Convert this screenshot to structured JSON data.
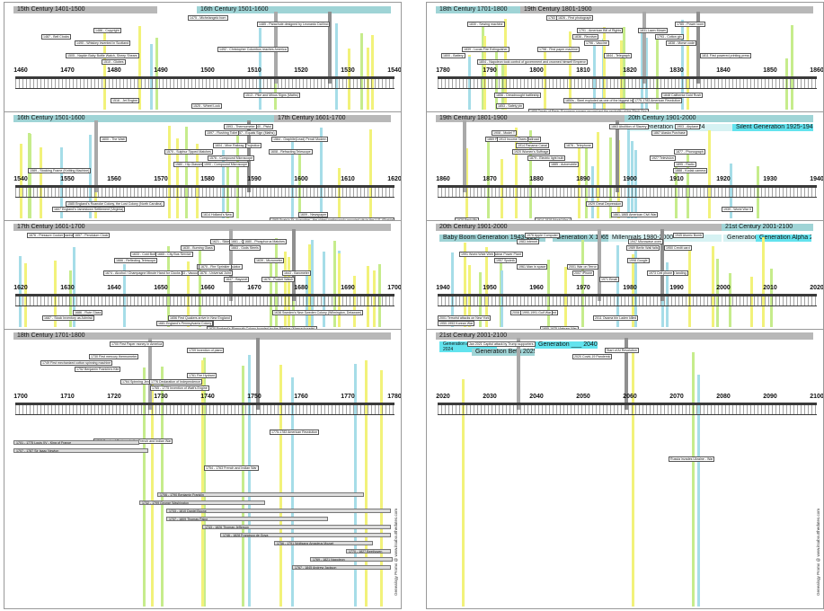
{
  "credit": "Genealogy Promo @ www.itsaboutthedates.com",
  "left": [
    {
      "centuries": [
        {
          "label": "15th Century  1401-1500"
        },
        {
          "label": "16th Century  1501-1600"
        }
      ],
      "years": [
        "1460",
        "1470",
        "1480",
        "1490",
        "1500",
        "1510",
        "1520",
        "1530",
        "1540"
      ],
      "events": [
        {
          "text": "1475 - Michelangelo born"
        },
        {
          "text": "1485 - Parachute designed by Leonardo DaVinci"
        },
        {
          "text": "1486 - Copyright"
        },
        {
          "text": "1487 - Bell Clocks"
        },
        {
          "text": "1490 - Whiskey invented in Scotland"
        },
        {
          "text": "1492 - Christopher Columbus reaches America"
        },
        {
          "text": "1505 - Napkin Baby Bottle Watch, Sheep Shears"
        },
        {
          "text": "1510 - Globes"
        },
        {
          "text": "1513 - Pike and Minus Signs (Maths)"
        },
        {
          "text": "1516 - Jet Engine"
        },
        {
          "text": "1525 - Wheel Lock"
        }
      ]
    },
    {
      "centuries": [
        {
          "label": "16th Century  1501-1600"
        },
        {
          "label": "17th Century  1601-1700"
        }
      ],
      "years": [
        "1540",
        "1550",
        "1560",
        "1570",
        "1580",
        "1590",
        "1600",
        "1610",
        "1620"
      ],
      "events": [
        {
          "text": "1540 - Pistol"
        },
        {
          "text": "1557 - Equals Sign (Maths)"
        },
        {
          "text": "1564 - Graphite(Lead) Pencil Modern"
        },
        {
          "text": "1568 - Mercator Projection"
        },
        {
          "text": "1570 - Sulphur Tipped Matches"
        },
        {
          "text": "1576 - Compound Microscope"
        },
        {
          "text": "1580 - Hip Glasses"
        },
        {
          "text": "1589 - Stocking Frame (Knitting Machine)"
        },
        {
          "text": "1590 - Compound Microscope"
        },
        {
          "text": "1593 - Thermometer"
        },
        {
          "text": "1597 - Flushing Toilet"
        },
        {
          "text": "1600 - The Watt"
        },
        {
          "text": "1604 - Mine Railway"
        },
        {
          "text": "1608 - Refracting Telescope"
        },
        {
          "text": "1609 - Newspaper"
        },
        {
          "text": "1565 Spain's St. Augustine - the oldest continuously occupied city in the U.S. (Florida)"
        },
        {
          "text": "1585 England's Roanoke Colony, the Lost Colony (North Carolina)"
        },
        {
          "text": "1607 England's Jamestown Settlement (Virginia)"
        },
        {
          "text": "1614 Holland's New"
        }
      ]
    },
    {
      "centuries": [
        {
          "label": "17th Century  1601-1700"
        }
      ],
      "years": [
        "1620",
        "1630",
        "1640",
        "1650",
        "1660",
        "1670",
        "1680",
        "1690",
        "1700"
      ],
      "events": [
        {
          "text": "1620 - Submarine"
        },
        {
          "text": "1621 - Slide Rule"
        },
        {
          "text": "1630 - Burning Glass"
        },
        {
          "text": "1633 - Cold Boiling Ores"
        },
        {
          "text": "1639 - Micrometer"
        },
        {
          "text": "1642 - Mechanical Calculator"
        },
        {
          "text": "1643 - Barometer"
        },
        {
          "text": "1647 - Bayonet"
        },
        {
          "text": "1653 - Vacuum Pump"
        },
        {
          "text": "1657 - Pendulum Clock"
        },
        {
          "text": "1661 - Cheesecloth"
        },
        {
          "text": "1663 - Gods Steels"
        },
        {
          "text": "1665 - City Bus Service"
        },
        {
          "text": "1666 - Reflecting Telescope"
        },
        {
          "text": "1670 - Fire Sprinkler"
        },
        {
          "text": "1674 - Alcohol / Champagne Minute Hand for Clocks"
        },
        {
          "text": "1675 - Pocket Watch"
        },
        {
          "text": "1676 - Universal Joint"
        },
        {
          "text": "1676 - Pressure Cooker"
        },
        {
          "text": "1680 - Phosphorus Matches"
        },
        {
          "text": "1686 - Flute Glass"
        },
        {
          "text": "1687 - Stock Inventory as Admiral"
        },
        {
          "text": "1698 - Steam Pump"
        },
        {
          "text": "1620 England's Plymouth Colony founded by the Pilgrims (Massachusetts)"
        },
        {
          "text": "1638 Sweden's New Sweden Colony (Wilmington, Delaware)"
        },
        {
          "text": "1656 First Quakers arrive in New England"
        },
        {
          "text": "1681 England's Pennsylvania Colony"
        }
      ]
    },
    {
      "centuries": [
        {
          "label": "18th Century  1701-1800"
        }
      ],
      "years": [
        "1700",
        "1710",
        "1720",
        "1730",
        "1740",
        "1750",
        "1760",
        "1770",
        "1780"
      ],
      "events": [
        {
          "text": "1700 First Paper money in America"
        },
        {
          "text": "1709 Invention of piano"
        },
        {
          "text": "1730 First mercury thermometer"
        },
        {
          "text": "1749 First mechanized cotton spinning machine"
        },
        {
          "text": "1752 Benjamin Franklin's Kite"
        },
        {
          "text": "1761 Fire Hydrant"
        },
        {
          "text": "1764 Spinning Jenny"
        },
        {
          "text": "1765 - 1775 Invention of Watt's Engine"
        },
        {
          "text": "1776 Declaration of Independence"
        },
        {
          "text": "1754 - 1763 French and Indian War"
        },
        {
          "text": "1775-1783 American Revolution"
        },
        {
          "text": "1763 Treaty of Paris ends the French and Indian War"
        }
      ],
      "lifespans": [
        {
          "text": "1701 - 1775 Louis XV - King of France"
        },
        {
          "text": "1707 - 1787 Sir Isaac Newton"
        },
        {
          "text": "1706 - 1790 Benjamin Franklin"
        },
        {
          "text": "1732 - 1799 George Washington"
        },
        {
          "text": "1733 - 1810 Daniel Boone"
        },
        {
          "text": "1737 - 1809 Thomas Paine"
        },
        {
          "text": "1743 - 1826 Thomas Jefferson"
        },
        {
          "text": "1746 - 1828 Francisco de Goya"
        },
        {
          "text": "1756 - 1791 Wolfgang Amadeus Mozart"
        },
        {
          "text": "1770 - 1827 Beethoven"
        },
        {
          "text": "1769 - 1821 Napoleon"
        },
        {
          "text": "1767 - 1845 Andrew Jackson"
        }
      ]
    }
  ],
  "right": [
    {
      "centuries": [
        {
          "label": "18th Century  1701-1800"
        },
        {
          "label": "19th Century  1801-1900"
        }
      ],
      "years": [
        "1780",
        "1790",
        "1800",
        "1810",
        "1820",
        "1830",
        "1840",
        "1850",
        "1860"
      ],
      "events": [
        {
          "text": "1783 - Hot air balloon"
        },
        {
          "text": "1785 - Power loom"
        },
        {
          "text": "1791 - American Bill of Rights"
        },
        {
          "text": "1793 - Cotton gin"
        },
        {
          "text": "1796 - Vaccine"
        },
        {
          "text": "1798 - First paper machine"
        },
        {
          "text": "1800 - Battery"
        },
        {
          "text": "1804 - Napoleon took control of government and crowned himself Emperor"
        },
        {
          "text": "1811 First powered printing press"
        },
        {
          "text": "1826 - First photograph"
        },
        {
          "text": "1830 - Sewing machine"
        },
        {
          "text": "1831 Lawn Mower"
        },
        {
          "text": "1836 - Revolver"
        },
        {
          "text": "1838 - Morse code"
        },
        {
          "text": "1839 - Lucas Fire Extinguisher"
        },
        {
          "text": "1844 - Telegraph"
        },
        {
          "text": "1848 California Gold Rush"
        },
        {
          "text": "1850s - Steel exploded as one of the biggest industries on the planet"
        },
        {
          "text": "1853 - Safety pin"
        },
        {
          "text": "1855 Treaty of Paris: European powers recognized the neutrality of the Black Sea"
        },
        {
          "text": "1856 - Dreadnought battleship"
        },
        {
          "text": "1775-1783 American Revolution"
        }
      ]
    },
    {
      "centuries": [
        {
          "label": "19th Century  1801-1900"
        },
        {
          "label": "20th Century  1901-2000"
        }
      ],
      "subbars": [
        {
          "label": "GI Generation  1901-1924"
        },
        {
          "label": "Silent Generation  1925-1942"
        }
      ],
      "years": [
        "1860",
        "1870",
        "1880",
        "1890",
        "1900",
        "1910",
        "1920",
        "1930",
        "1940"
      ],
      "events": [
        {
          "text": "1863 Abolition of Slavery"
        },
        {
          "text": "1867 Alaska Purchase"
        },
        {
          "text": "1869 First Transcontinental Railroad"
        },
        {
          "text": "1876 - Telephone"
        },
        {
          "text": "1877 - Phonograph"
        },
        {
          "text": "1879 - Electric light bulb"
        },
        {
          "text": "1885 - Automobile"
        },
        {
          "text": "1888 - Kodak camera"
        },
        {
          "text": "1895 - Radio"
        },
        {
          "text": "1903 - Airplane"
        },
        {
          "text": "1908 - Model T"
        },
        {
          "text": "1913 Income Taxes"
        },
        {
          "text": "1914 Panama Canal"
        },
        {
          "text": "1920 Women's Suffrage"
        },
        {
          "text": "1927 Television"
        },
        {
          "text": "1928 Penicillin"
        },
        {
          "text": "1929 Great Depression"
        },
        {
          "text": "1939 - World War II"
        },
        {
          "text": "1861-1865 American Civil War"
        },
        {
          "text": "1914-1918 World War I"
        }
      ]
    },
    {
      "centuries": [
        {
          "label": "20th Century  1901-2000"
        },
        {
          "label": "21st Century  2001-2100"
        }
      ],
      "subbars": [
        {
          "label": "Baby Boom Generation  1943-1964"
        },
        {
          "label": "Generation X  1965-1979"
        },
        {
          "label": "Millennials  1980-2000"
        },
        {
          "label": "Generation Z  2001-2013"
        },
        {
          "label": "Generation Alpha 2010-2024"
        }
      ],
      "years": [
        "1940",
        "1950",
        "1960",
        "1970",
        "1980",
        "1990",
        "2000",
        "2010",
        "2020"
      ],
      "events": [
        {
          "text": "1945 Atomic Bomb"
        },
        {
          "text": "1947 Microwave oven"
        },
        {
          "text": "1950 Credit card"
        },
        {
          "text": "1954 First Nuclear Power Plant"
        },
        {
          "text": "1957 Sputnik"
        },
        {
          "text": "1961 Man in space"
        },
        {
          "text": "1969 Moon landing"
        },
        {
          "text": "1971 Email"
        },
        {
          "text": "1973 Cell phone"
        },
        {
          "text": "1976 Apple Computer"
        },
        {
          "text": "1983 Internet"
        },
        {
          "text": "1989 Berlin Wall falls"
        },
        {
          "text": "1991 World Wide Web"
        },
        {
          "text": "1998 Google"
        },
        {
          "text": "2001 War on Terror"
        },
        {
          "text": "2007 iPhone"
        },
        {
          "text": "2008 Barack Obama President"
        },
        {
          "text": "2011 Osama bin Laden killed"
        },
        {
          "text": "1950-1953 Korean War"
        },
        {
          "text": "1955-1975 Vietnam War"
        },
        {
          "text": "1990-1991 Gulf War"
        },
        {
          "text": "2001 Terrorist attacks on New York"
        }
      ]
    },
    {
      "centuries": [
        {
          "label": "21st Century  2001-2100"
        }
      ],
      "subbars": [
        {
          "label": "Generation Alpha 2010-2024"
        },
        {
          "label": "Generation ___ 2040-"
        },
        {
          "label": "Generation Beta 2025-2039"
        }
      ],
      "years": [
        "2020",
        "2030",
        "2040",
        "2050",
        "2060",
        "2070",
        "2080",
        "2090",
        "2100"
      ],
      "events": [
        {
          "text": "Jan 2021 Capitol attack by Trump supporters"
        },
        {
          "text": "Start of AI Revolution"
        },
        {
          "text": "2020 Covid-19 Pandemic"
        },
        {
          "text": "Russia invades Ukraine - War"
        }
      ]
    }
  ]
}
